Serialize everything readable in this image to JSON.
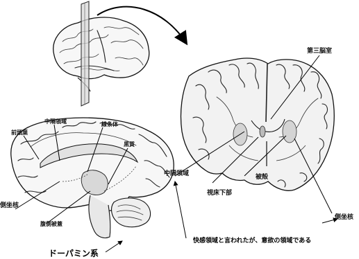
{
  "labels": {
    "third_ventricle": "第三脳室",
    "septal_area_right": "中隔領域",
    "thalamus_hypo": "視床下部",
    "putamen": "被殻",
    "nucleus_accumbens_right": "側坐核",
    "septal_area_top": "中隔領域",
    "frontal_lobe": "前頭葉",
    "corpus_striatum": "線条体",
    "substantia_nigra": "黒質",
    "nucleus_accumbens_left": "側坐核",
    "ventral_tegmental": "腹側被蓋",
    "dopamine_system": "ドーパミン系"
  },
  "caption": "快感領域と言われたが、意欲の領域である",
  "colors": {
    "ink": "#111111",
    "background": "#ffffff",
    "section_fill": "#f2f2f2",
    "plane_fill": "#d9d9d9"
  }
}
